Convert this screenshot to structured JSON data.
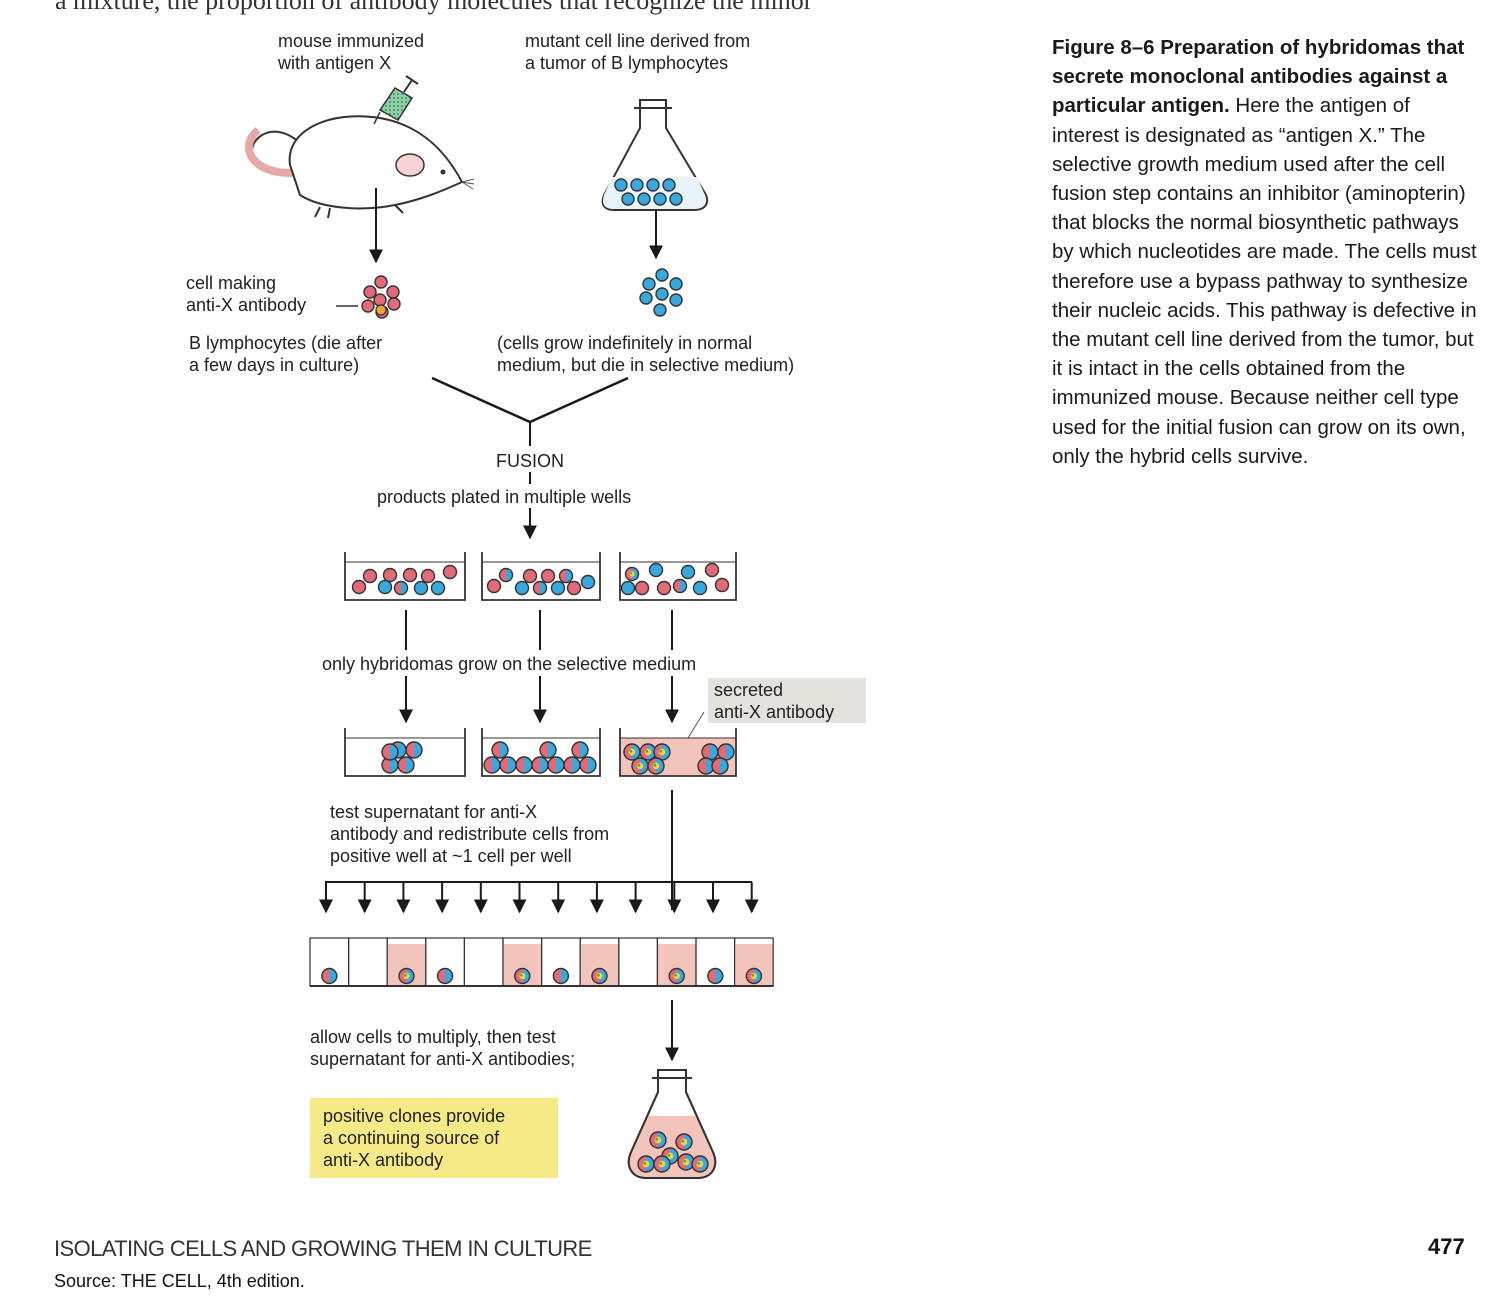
{
  "top_cut_text": "a mixture, the proportion of antibody molecules that recognize the minor",
  "labels": {
    "mouse": [
      "mouse immunized",
      "with antigen X"
    ],
    "tumor": [
      "mutant cell line derived from",
      "a tumor of B lymphocytes"
    ],
    "cell_making": [
      "cell making",
      "anti-X antibody"
    ],
    "b_lymph": [
      "B lymphocytes (die after",
      "a few days in culture)"
    ],
    "grow": [
      "(cells grow indefinitely in normal",
      "medium, but die in selective medium)"
    ],
    "fusion": "FUSION",
    "plated": "products plated in multiple wells",
    "only_hybridomas": "only hybridomas grow on the selective medium",
    "secreted": [
      "secreted",
      "anti-X antibody"
    ],
    "test": [
      "test supernatant for anti-X",
      "antibody and redistribute cells from",
      "positive well at ~1 cell per well"
    ],
    "allow": [
      "allow cells to multiply, then test",
      "supernatant for anti-X antibodies;"
    ],
    "positive": [
      "positive clones provide",
      "a continuing source of",
      "anti-X antibody"
    ]
  },
  "caption": {
    "title": "Figure 8–6 Preparation of hybridomas that secrete monoclonal antibodies against a particular antigen.",
    "body": "Here the antigen of interest is designated as “antigen X.” The selective growth medium used after the cell fusion step contains an inhibitor (aminopterin) that blocks the normal biosynthetic pathways by which nucleotides are made. The cells must therefore use a bypass pathway to synthesize their nucleic acids. This pathway is defective in the mutant cell line derived from the tumor, but it is intact in the cells obtained from the immunized mouse. Because neither cell type used for the initial fusion can grow on its own, only the hybrid cells survive."
  },
  "footer": {
    "section_title": "ISOLATING CELLS AND GROWING THEM IN CULTURE",
    "page_number": "477",
    "source": "Source: THE CELL, 4th edition."
  },
  "colors": {
    "b_cell": "#e26a79",
    "tumor_cell": "#37a9de",
    "antibody_medium": "#f2c4bc",
    "note_bg": "#e4e2dc",
    "highlight_bg": "#f6ea86"
  },
  "single_cell_wells": {
    "positive": [
      false,
      false,
      true,
      false,
      false,
      true,
      false,
      true,
      false,
      true,
      false,
      true
    ],
    "has_cell": [
      true,
      false,
      true,
      true,
      false,
      true,
      true,
      true,
      false,
      true,
      true,
      true
    ]
  }
}
